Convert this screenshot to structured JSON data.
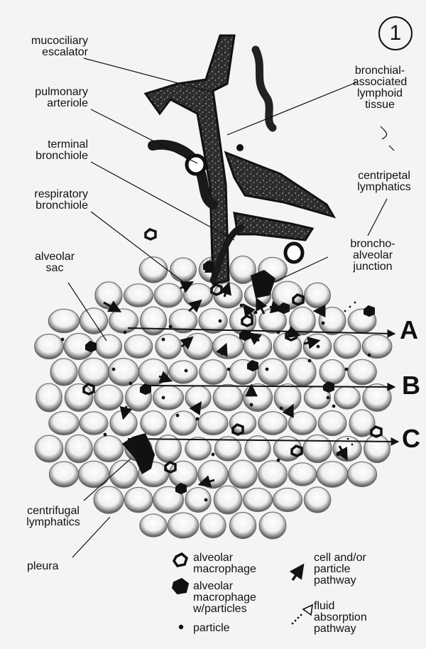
{
  "figure": {
    "number": "1"
  },
  "labels": {
    "mucociliary_escalator": "mucociliary\nescalator",
    "pulmonary_arteriole": "pulmonary\narteriole",
    "terminal_bronchiole": "terminal\nbronchiole",
    "respiratory_bronchiole": "respiratory\nbronchiole",
    "alveolar_sac": "alveolar\nsac",
    "bronchial_associated_lymphoid_tissue": "bronchial-\nassociated\nlymphoid\ntissue",
    "centripetal_lymphatics": "centripetal\nlymphatics",
    "broncho_alveolar_junction": "broncho-\nalveolar\njunction",
    "centrifugal_lymphatics": "centrifugal\nlymphatics",
    "pleura": "pleura"
  },
  "planes": [
    "A",
    "B",
    "C"
  ],
  "legend": {
    "alveolar_macrophage": "alveolar\nmacrophage",
    "alveolar_macrophage_particles": "alveolar\nmacrophage\nw/particles",
    "particle": "particle",
    "cell_particle_pathway": "cell and/or\nparticle\npathway",
    "fluid_absorption_pathway": "fluid\nabsorption\npathway"
  },
  "colors": {
    "ink": "#111111",
    "paper": "#f4f4f2",
    "alveolus_shadow": "#6d6d6d",
    "airway": "#3a3a3a"
  }
}
